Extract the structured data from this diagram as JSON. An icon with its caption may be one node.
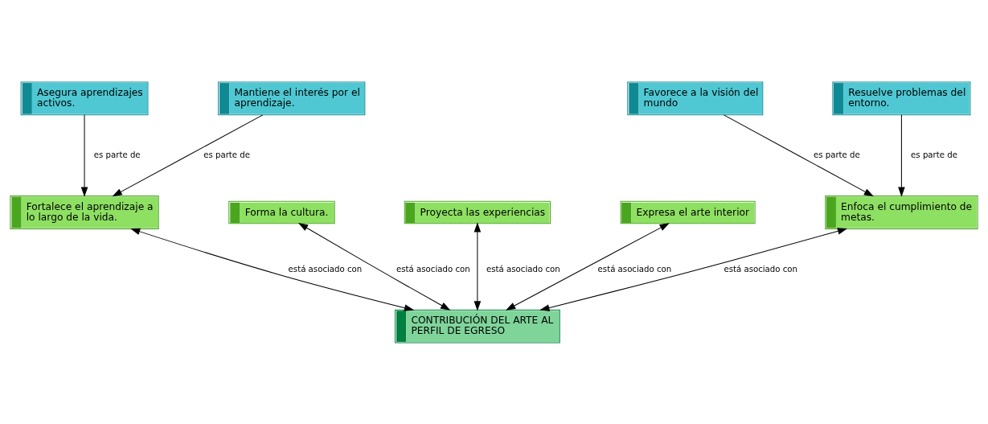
{
  "diagram": {
    "nodes": [
      {
        "text": [
          "Asegura aprendizajes activos."
        ]
      },
      {
        "text": [
          "Mantiene el interés por el aprendizaje."
        ]
      },
      {
        "text": [
          "Favorece a la visión del mundo"
        ]
      },
      {
        "text": [
          "Resuelve problemas del entorno."
        ]
      },
      {
        "text": [
          "Fortalece el aprendizaje a lo largo de la vida."
        ]
      },
      {
        "text": [
          "Forma la cultura."
        ]
      },
      {
        "text": [
          "Proyecta las experiencias"
        ]
      },
      {
        "text": [
          "Expresa el arte interior"
        ]
      },
      {
        "text": [
          "Enfoca el cumplimiento de metas."
        ]
      },
      {
        "text": [
          "CONTRIBUCIÓN DEL ARTE AL PERFIL DE EGRESO"
        ]
      }
    ],
    "edges": [
      {
        "from": 0,
        "to": 4,
        "arrow": "to",
        "label": "es parte de"
      },
      {
        "from": 1,
        "to": 4,
        "arrow": "to",
        "label": "es parte de"
      },
      {
        "from": 2,
        "to": 8,
        "arrow": "to",
        "label": "es parte de"
      },
      {
        "from": 3,
        "to": 8,
        "arrow": "to",
        "label": "es parte de"
      },
      {
        "from": 4,
        "to": 9,
        "arrow": "both",
        "label": "está asociado con"
      },
      {
        "from": 5,
        "to": 9,
        "arrow": "both",
        "label": "está asociado con"
      },
      {
        "from": 6,
        "to": 9,
        "arrow": "both",
        "label": "está asociado con"
      },
      {
        "from": 7,
        "to": 9,
        "arrow": "both",
        "label": "está asociado con"
      },
      {
        "from": 8,
        "to": 9,
        "arrow": "both",
        "label": "está asociado con"
      }
    ]
  }
}
